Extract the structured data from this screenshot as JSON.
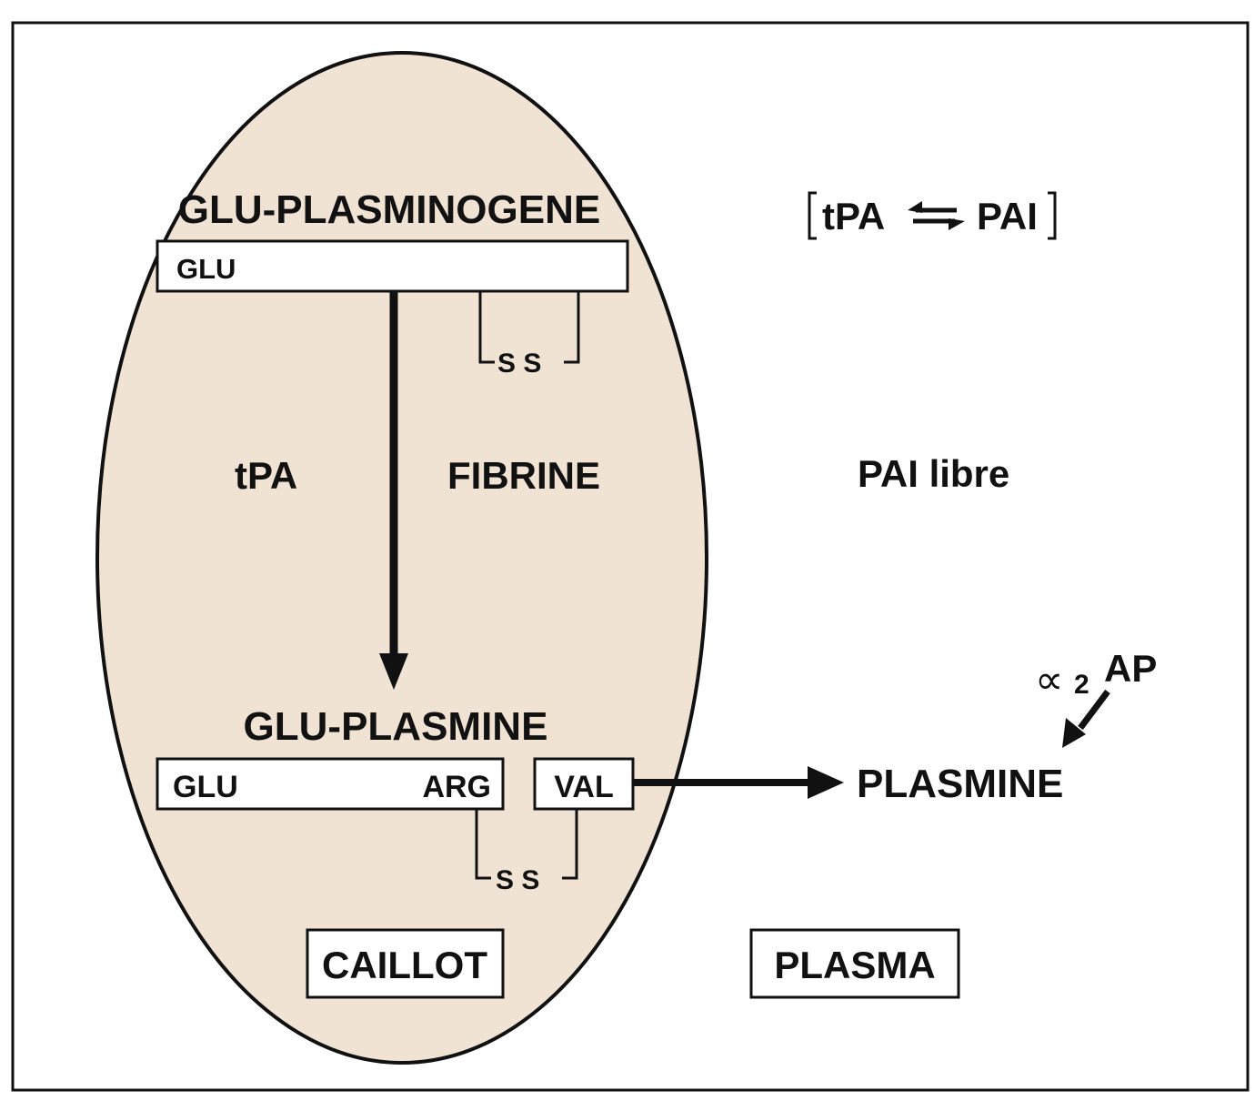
{
  "colors": {
    "clot_fill": "#f0e3d3",
    "ink": "#111111",
    "background": "#ffffff"
  },
  "clot": {
    "title_top": "GLU-PLASMINOGENE",
    "chain_top_glu": "GLU",
    "disulfide_top": "S S",
    "label_tpa": "tPA",
    "label_fibrine": "FIBRINE",
    "title_bottom": "GLU-PLASMINE",
    "chain_bottom_glu": "GLU",
    "chain_bottom_arg": "ARG",
    "chain_bottom_val": "VAL",
    "disulfide_bottom": "S S",
    "region_label": "CAILLOT"
  },
  "plasma": {
    "complex_left": "tPA",
    "complex_right": "PAI",
    "pai_free": "PAI libre",
    "plasmin": "PLASMINE",
    "alpha_symbol": "∝",
    "alpha_sub": "2",
    "alpha_ap": "AP",
    "region_label": "PLASMA"
  }
}
